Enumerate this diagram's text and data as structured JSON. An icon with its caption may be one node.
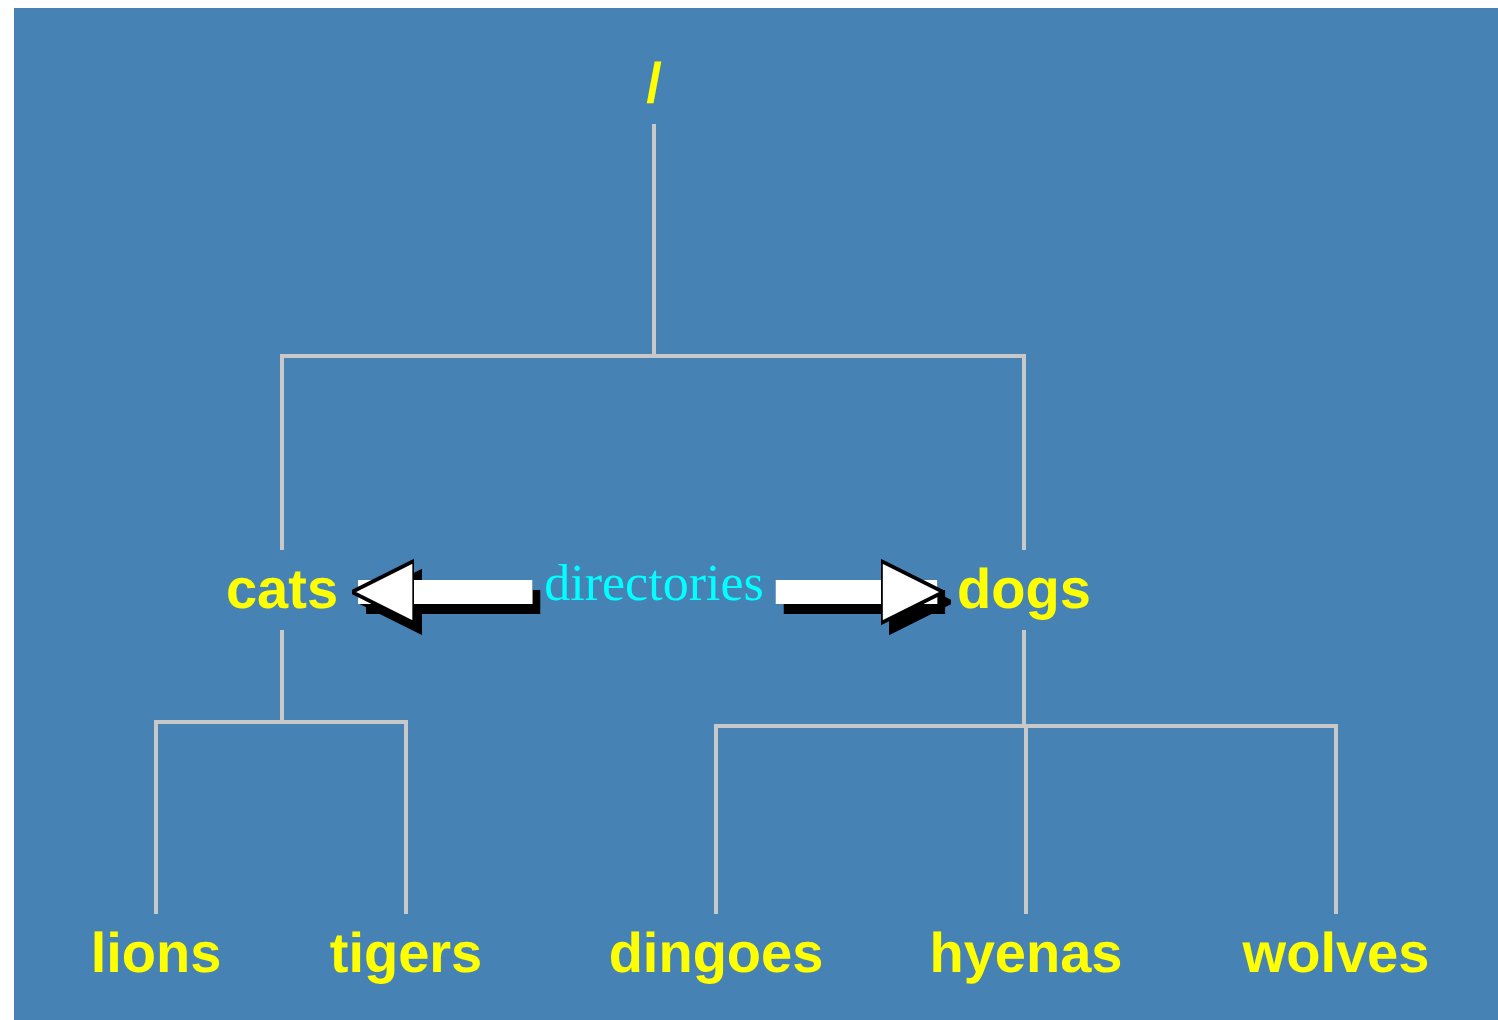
{
  "diagram": {
    "nodes": [
      {
        "text": [
          "/"
        ]
      },
      {
        "text": [
          "cats"
        ]
      },
      {
        "text": [
          "directories"
        ]
      },
      {
        "text": [
          "dogs"
        ]
      },
      {
        "text": [
          "lions"
        ]
      },
      {
        "text": [
          "tigers"
        ]
      },
      {
        "text": [
          "dingoes"
        ]
      },
      {
        "text": [
          "hyenas"
        ]
      },
      {
        "text": [
          "wolves"
        ]
      }
    ],
    "edges": [
      {
        "from": 0,
        "to": 1,
        "arrow": "none"
      },
      {
        "from": 0,
        "to": 3,
        "arrow": "none"
      },
      {
        "from": 2,
        "to": 1,
        "arrow": "to",
        "style": "thick"
      },
      {
        "from": 2,
        "to": 3,
        "arrow": "to",
        "style": "thick"
      },
      {
        "from": 1,
        "to": 4,
        "arrow": "none"
      },
      {
        "from": 1,
        "to": 5,
        "arrow": "none"
      },
      {
        "from": 3,
        "to": 6,
        "arrow": "none"
      },
      {
        "from": 3,
        "to": 7,
        "arrow": "none"
      },
      {
        "from": 3,
        "to": 8,
        "arrow": "none"
      }
    ]
  }
}
